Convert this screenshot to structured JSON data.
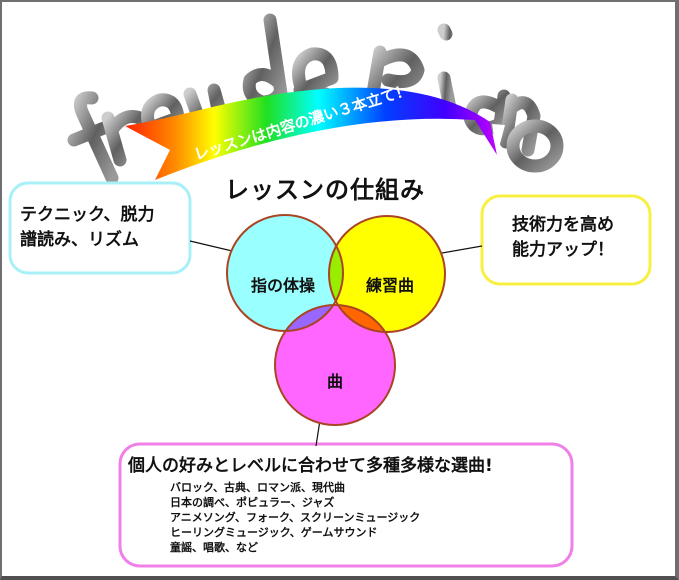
{
  "logo": {
    "text": "freude piano"
  },
  "banner": {
    "text": "レッスンは内容の濃い３本立て！"
  },
  "title": "レッスンの仕組み",
  "bubbles": {
    "left": {
      "lines": [
        "テクニック、脱力",
        "譜読み、リズム"
      ],
      "color": "#a8f0f8"
    },
    "right": {
      "lines": [
        "技術力を高め",
        "能力アップ！"
      ],
      "color": "#f8f040"
    },
    "bottom": {
      "headline": "個人の好みとレベルに合わせて多種多様な選曲!",
      "items": [
        "バロック、古典、ロマン派、現代曲",
        "日本の調べ、ポピュラー、ジャズ",
        "アニメソング、フォーク、スクリーンミュージック",
        "ヒーリングミュージック、ゲームサウンド",
        "童謡、唱歌、など"
      ],
      "color": "#f080e8"
    }
  },
  "venn": {
    "circles": [
      {
        "label": "指の体操",
        "color": "#99ffff"
      },
      {
        "label": "練習曲",
        "color": "#ffff00"
      },
      {
        "label": "曲",
        "color": "#ff66ff"
      }
    ],
    "overlap_colors": {
      "cyan_yellow": "#99ee00",
      "cyan_magenta": "#9966ff",
      "yellow_magenta": "#ff6600",
      "center": "#996600"
    },
    "outline_color": "#aa4422"
  }
}
